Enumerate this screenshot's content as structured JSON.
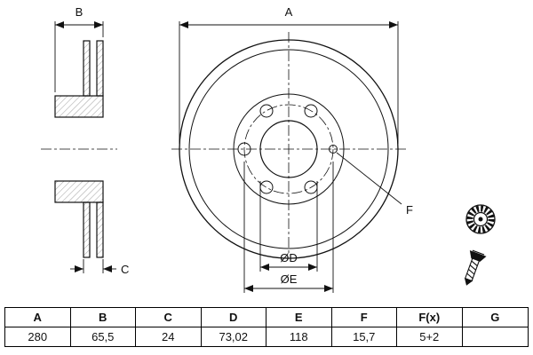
{
  "drawing": {
    "labels": {
      "dim_a": "A",
      "dim_b": "B",
      "dim_c": "C",
      "dim_d": "ØD",
      "dim_e": "ØE",
      "dim_f": "F"
    }
  },
  "table": {
    "headers": [
      "A",
      "B",
      "C",
      "D",
      "E",
      "F",
      "F(x)",
      "G"
    ],
    "values": [
      "280",
      "65,5",
      "24",
      "73,02",
      "118",
      "15,7",
      "5+2",
      ""
    ]
  }
}
